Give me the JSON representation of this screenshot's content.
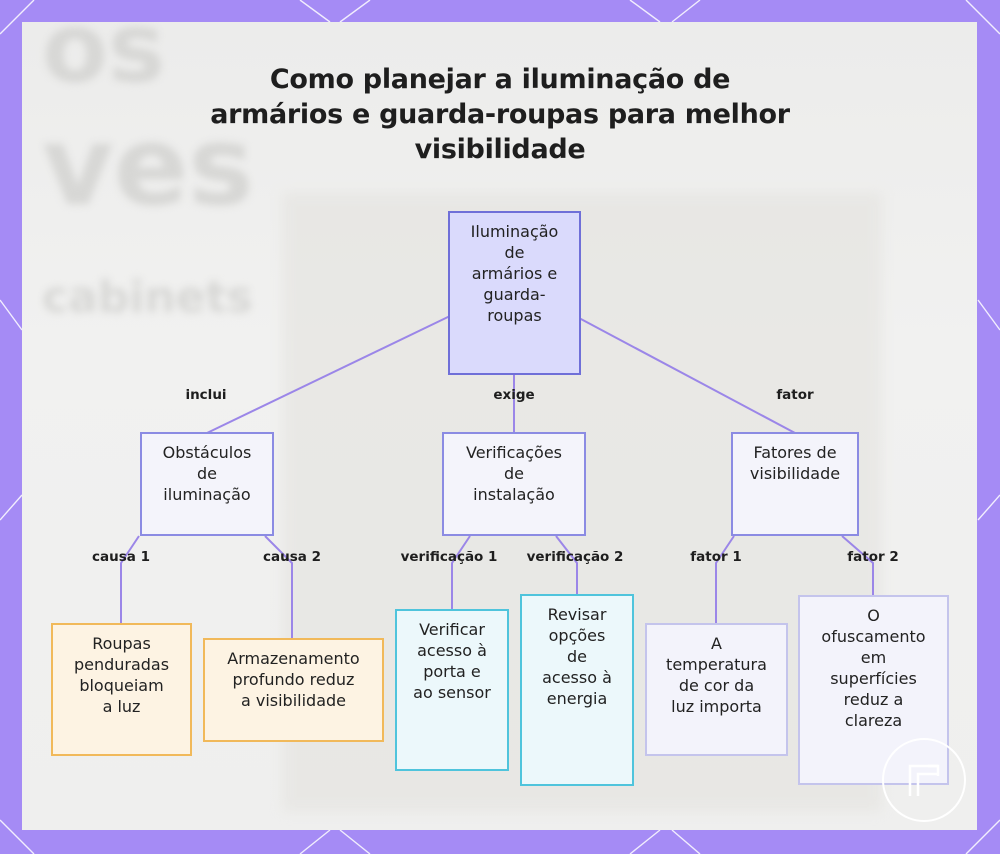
{
  "title": "Como planejar a iluminação de\narmários e guarda-roupas para melhor\nvisibilidade",
  "colors": {
    "frame": "#a58bf5",
    "edge": "#9b86e8",
    "root_fill": "#dadafc",
    "orange_border": "#f1b95a",
    "cyan_border": "#4fc4dc"
  },
  "nodes": {
    "root": "Iluminação\nde\narmários e\nguarda-\nroupas",
    "obstacles": "Obstáculos\nde\niluminação",
    "checks": "Verificações\nde\ninstalação",
    "factors": "Fatores de\nvisibilidade",
    "clothes": "Roupas\npenduradas\nbloqueiam\na luz",
    "storage": "Armazenamento\nprofundo reduz\na visibilidade",
    "door": "Verificar\nacesso à\nporta e\nao sensor",
    "power": "Revisar\nopções\nde\nacesso à\nenergia",
    "temperature": "A\ntemperatura\nde cor da\nluz importa",
    "glare": "O\nofuscamento\nem\nsuperfícies\nreduz a\nclareza"
  },
  "edge_labels": {
    "inclui": "inclui",
    "exige": "exige",
    "fator": "fator",
    "causa1": "causa 1",
    "causa2": "causa 2",
    "verif1": "verificação 1",
    "verif2": "verificação 2",
    "fator1": "fator 1",
    "fator2": "fator 2"
  },
  "background_text": {
    "line1": "os",
    "line2": "ves",
    "line3": "cabinets"
  }
}
